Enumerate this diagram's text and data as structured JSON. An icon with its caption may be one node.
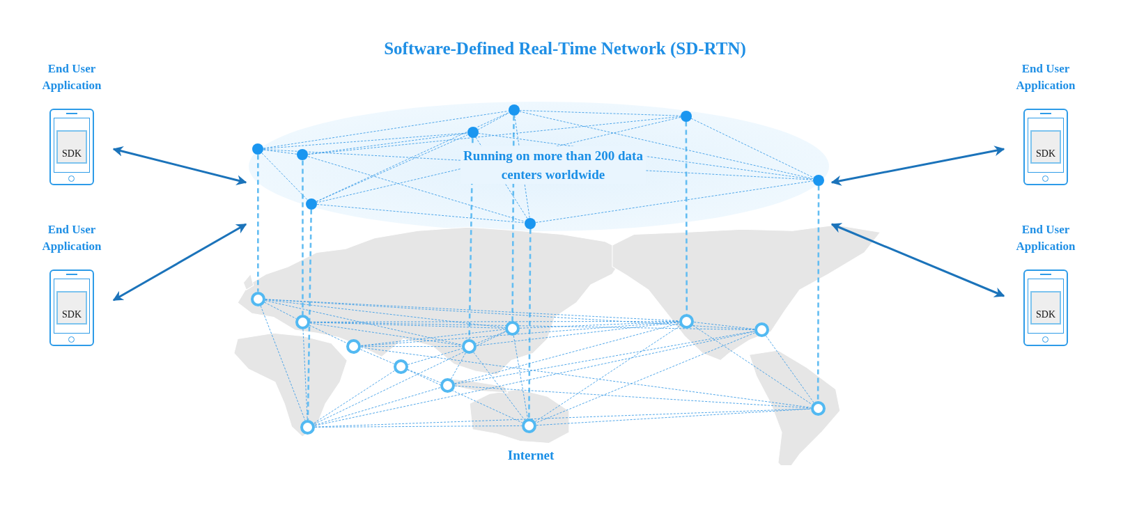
{
  "diagram": {
    "title": "Software-Defined Real-Time Network (SD-RTN)",
    "nodes": [
      {
        "text": [
          "End User Application",
          "SDK"
        ]
      },
      {
        "text": [
          "End User Application",
          "SDK"
        ]
      },
      {
        "text": [
          "Running on more than 200 data centers worldwide"
        ]
      },
      {
        "text": [],
        "shape": "circle",
        "in": 2
      },
      {
        "text": [],
        "shape": "circle",
        "in": 2
      },
      {
        "text": [],
        "shape": "circle",
        "in": 2
      },
      {
        "text": [],
        "shape": "circle",
        "in": 2
      },
      {
        "text": [],
        "shape": "circle",
        "in": 2
      },
      {
        "text": [],
        "shape": "circle",
        "in": 2
      },
      {
        "text": [],
        "shape": "circle",
        "in": 2
      },
      {
        "text": [],
        "shape": "circle",
        "in": 2
      },
      {
        "text": [
          "End User Application",
          "SDK"
        ]
      },
      {
        "text": [
          "End User Application",
          "SDK"
        ]
      },
      {
        "text": [
          "Internet"
        ]
      },
      {
        "text": [],
        "shape": "circle",
        "in": 13
      },
      {
        "text": [],
        "shape": "circle",
        "in": 13
      },
      {
        "text": [],
        "shape": "circle",
        "in": 13
      },
      {
        "text": [],
        "shape": "circle",
        "in": 13
      },
      {
        "text": [],
        "shape": "circle",
        "in": 13
      },
      {
        "text": [],
        "shape": "circle",
        "in": 13
      },
      {
        "text": [],
        "shape": "circle",
        "in": 13
      },
      {
        "text": [],
        "shape": "circle",
        "in": 13
      },
      {
        "text": [],
        "shape": "circle",
        "in": 13
      },
      {
        "text": [],
        "shape": "circle",
        "in": 13
      },
      {
        "text": [],
        "shape": "circle",
        "in": 13
      },
      {
        "text": [],
        "shape": "circle",
        "in": 13
      }
    ],
    "edges": [
      {
        "from": 0,
        "to": 2,
        "arrow": "both",
        "color": "#1b73ba"
      },
      {
        "from": 1,
        "to": 2,
        "arrow": "both",
        "color": "#1b73ba"
      },
      {
        "from": 11,
        "to": 2,
        "arrow": "both",
        "color": "#1b73ba"
      },
      {
        "from": 12,
        "to": 2,
        "arrow": "both",
        "color": "#1b73ba"
      },
      {
        "from": 6,
        "to": 14,
        "arrow": "none",
        "style": "dashed",
        "color": "#63bdf2"
      },
      {
        "from": 7,
        "to": 16,
        "arrow": "none",
        "style": "dashed",
        "color": "#63bdf2"
      },
      {
        "from": 9,
        "to": 25,
        "arrow": "none",
        "style": "dashed",
        "color": "#63bdf2"
      },
      {
        "from": 5,
        "to": 20,
        "arrow": "none",
        "style": "dashed",
        "color": "#63bdf2"
      },
      {
        "from": 3,
        "to": 17,
        "arrow": "none",
        "style": "dashed",
        "color": "#63bdf2"
      },
      {
        "from": 10,
        "to": 24,
        "arrow": "none",
        "style": "dashed",
        "color": "#63bdf2"
      },
      {
        "from": 4,
        "to": 15,
        "arrow": "none",
        "style": "dashed",
        "color": "#63bdf2"
      },
      {
        "from": 8,
        "to": 23,
        "arrow": "none",
        "style": "dashed",
        "color": "#63bdf2"
      },
      {
        "from": 6,
        "to": 7,
        "arrow": "none",
        "style": "dashed"
      },
      {
        "from": 6,
        "to": 9,
        "arrow": "none",
        "style": "dashed"
      },
      {
        "from": 6,
        "to": 5,
        "arrow": "none",
        "style": "dashed"
      },
      {
        "from": 6,
        "to": 3,
        "arrow": "none",
        "style": "dashed"
      },
      {
        "from": 7,
        "to": 5,
        "arrow": "none",
        "style": "dashed"
      },
      {
        "from": 7,
        "to": 10,
        "arrow": "none",
        "style": "dashed"
      },
      {
        "from": 7,
        "to": 4,
        "arrow": "none",
        "style": "dashed"
      },
      {
        "from": 9,
        "to": 5,
        "arrow": "none",
        "style": "dashed"
      },
      {
        "from": 9,
        "to": 10,
        "arrow": "none",
        "style": "dashed"
      },
      {
        "from": 9,
        "to": 3,
        "arrow": "none",
        "style": "dashed"
      },
      {
        "from": 5,
        "to": 3,
        "arrow": "none",
        "style": "dashed"
      },
      {
        "from": 5,
        "to": 8,
        "arrow": "none",
        "style": "dashed"
      },
      {
        "from": 3,
        "to": 4,
        "arrow": "none",
        "style": "dashed"
      },
      {
        "from": 3,
        "to": 8,
        "arrow": "none",
        "style": "dashed"
      },
      {
        "from": 3,
        "to": 10,
        "arrow": "none",
        "style": "dashed"
      },
      {
        "from": 4,
        "to": 8,
        "arrow": "none",
        "style": "dashed"
      },
      {
        "from": 4,
        "to": 9,
        "arrow": "none",
        "style": "dashed"
      },
      {
        "from": 10,
        "to": 8,
        "arrow": "none",
        "style": "dashed"
      },
      {
        "from": 5,
        "to": 10,
        "arrow": "none",
        "style": "dashed"
      },
      {
        "from": 6,
        "to": 8,
        "arrow": "none",
        "style": "dashed"
      },
      {
        "from": 14,
        "to": 16,
        "arrow": "none",
        "style": "dashed"
      },
      {
        "from": 14,
        "to": 20,
        "arrow": "none",
        "style": "dashed"
      },
      {
        "from": 14,
        "to": 17,
        "arrow": "none",
        "style": "dashed"
      },
      {
        "from": 14,
        "to": 15,
        "arrow": "none",
        "style": "dashed"
      },
      {
        "from": 14,
        "to": 18,
        "arrow": "none",
        "style": "dashed"
      },
      {
        "from": 14,
        "to": 25,
        "arrow": "none",
        "style": "dashed"
      },
      {
        "from": 16,
        "to": 19,
        "arrow": "none",
        "style": "dashed"
      },
      {
        "from": 16,
        "to": 20,
        "arrow": "none",
        "style": "dashed"
      },
      {
        "from": 16,
        "to": 17,
        "arrow": "none",
        "style": "dashed"
      },
      {
        "from": 16,
        "to": 15,
        "arrow": "none",
        "style": "dashed"
      },
      {
        "from": 16,
        "to": 18,
        "arrow": "none",
        "style": "dashed"
      },
      {
        "from": 16,
        "to": 25,
        "arrow": "none",
        "style": "dashed"
      },
      {
        "from": 19,
        "to": 20,
        "arrow": "none",
        "style": "dashed"
      },
      {
        "from": 19,
        "to": 21,
        "arrow": "none",
        "style": "dashed"
      },
      {
        "from": 19,
        "to": 17,
        "arrow": "none",
        "style": "dashed"
      },
      {
        "from": 19,
        "to": 15,
        "arrow": "none",
        "style": "dashed"
      },
      {
        "from": 19,
        "to": 23,
        "arrow": "none",
        "style": "dashed"
      },
      {
        "from": 21,
        "to": 22,
        "arrow": "none",
        "style": "dashed"
      },
      {
        "from": 21,
        "to": 20,
        "arrow": "none",
        "style": "dashed"
      },
      {
        "from": 21,
        "to": 25,
        "arrow": "none",
        "style": "dashed"
      },
      {
        "from": 21,
        "to": 24,
        "arrow": "none",
        "style": "dashed"
      },
      {
        "from": 22,
        "to": 20,
        "arrow": "none",
        "style": "dashed"
      },
      {
        "from": 22,
        "to": 15,
        "arrow": "none",
        "style": "dashed"
      },
      {
        "from": 22,
        "to": 18,
        "arrow": "none",
        "style": "dashed"
      },
      {
        "from": 22,
        "to": 23,
        "arrow": "none",
        "style": "dashed"
      },
      {
        "from": 17,
        "to": 15,
        "arrow": "none",
        "style": "dashed"
      },
      {
        "from": 17,
        "to": 20,
        "arrow": "none",
        "style": "dashed"
      },
      {
        "from": 17,
        "to": 24,
        "arrow": "none",
        "style": "dashed"
      },
      {
        "from": 20,
        "to": 15,
        "arrow": "none",
        "style": "dashed"
      },
      {
        "from": 20,
        "to": 24,
        "arrow": "none",
        "style": "dashed"
      },
      {
        "from": 25,
        "to": 22,
        "arrow": "none",
        "style": "dashed"
      },
      {
        "from": 25,
        "to": 24,
        "arrow": "none",
        "style": "dashed"
      },
      {
        "from": 25,
        "to": 17,
        "arrow": "none",
        "style": "dashed"
      },
      {
        "from": 25,
        "to": 23,
        "arrow": "none",
        "style": "dashed"
      },
      {
        "from": 24,
        "to": 23,
        "arrow": "none",
        "style": "dashed"
      },
      {
        "from": 24,
        "to": 15,
        "arrow": "none",
        "style": "dashed"
      },
      {
        "from": 15,
        "to": 18,
        "arrow": "none",
        "style": "dashed"
      },
      {
        "from": 18,
        "to": 23,
        "arrow": "none",
        "style": "dashed"
      },
      {
        "from": 15,
        "to": 23,
        "arrow": "none",
        "style": "dashed"
      },
      {
        "from": 18,
        "to": 24,
        "arrow": "none",
        "style": "dashed"
      },
      {
        "from": 25,
        "to": 18,
        "arrow": "none",
        "style": "dashed"
      }
    ]
  }
}
